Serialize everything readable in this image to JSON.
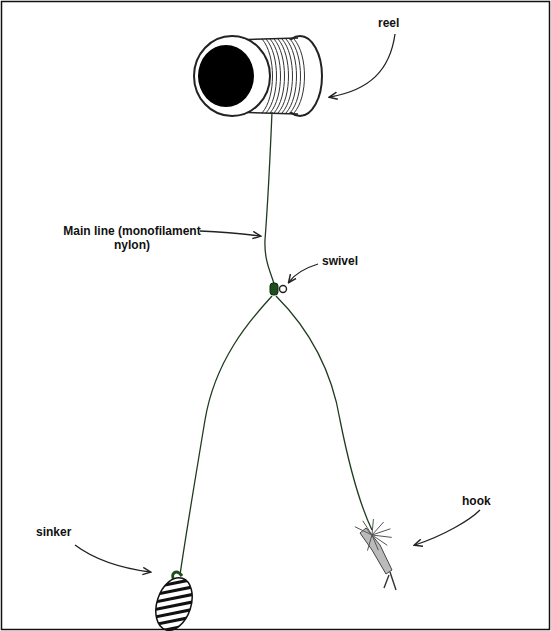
{
  "diagram": {
    "labels": [
      "reel",
      "Main line (monofilament nylon)",
      "swivel",
      "sinker",
      "hook"
    ]
  }
}
